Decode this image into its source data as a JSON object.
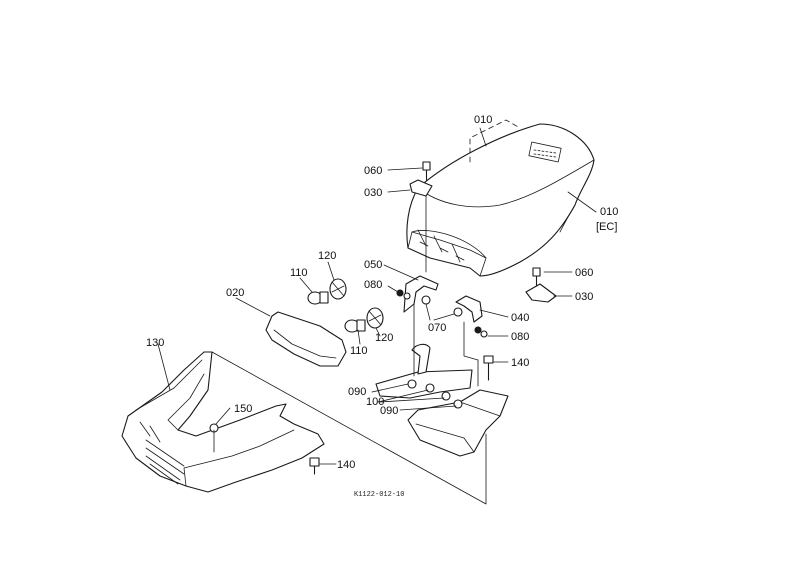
{
  "labels": {
    "l010a": "010",
    "l010b": "010",
    "ec": "[EC]",
    "l060a": "060",
    "l030a": "030",
    "l060b": "060",
    "l030b": "030",
    "l050": "050",
    "l080a": "080",
    "l070": "070",
    "l040": "040",
    "l080b": "080",
    "l110a": "110",
    "l120a": "120",
    "l020": "020",
    "l110b": "110",
    "l120b": "120",
    "l130": "130",
    "l140a": "140",
    "l090a": "090",
    "l100": "100",
    "l090b": "090",
    "l150": "150",
    "l140b": "140"
  },
  "diagram_code": "K1122-012-10"
}
